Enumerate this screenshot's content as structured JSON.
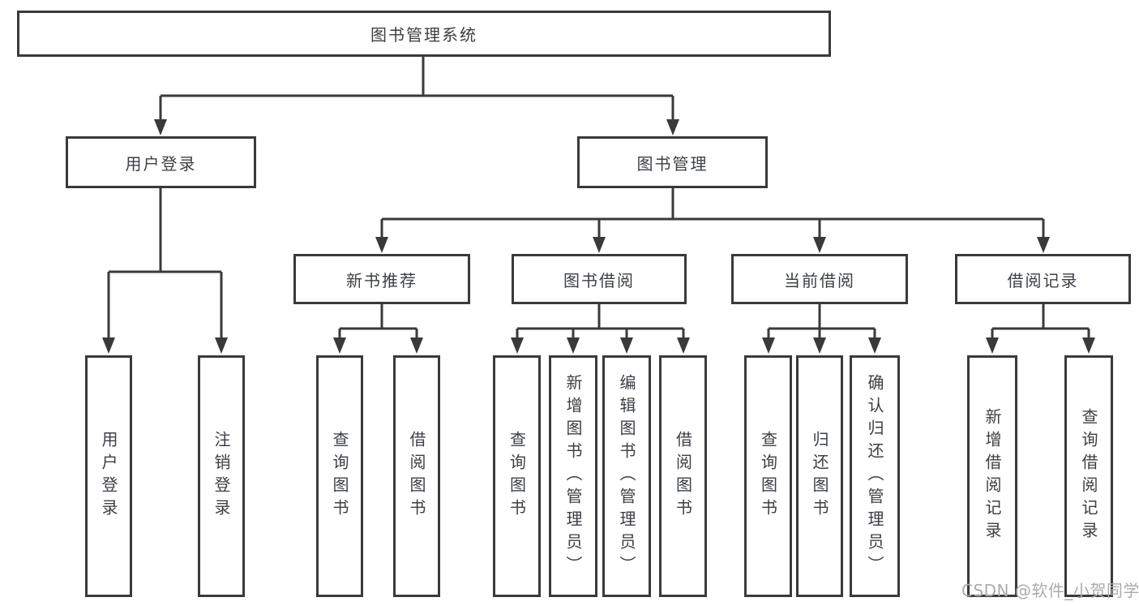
{
  "watermark": {
    "text": "CSDN @软件_小贺同学"
  },
  "colors": {
    "line": "#3a3a3a",
    "text": "#3b4046",
    "watermark": "#a8abaf",
    "background": "#ffffff"
  },
  "tree": {
    "label": "图书管理系统",
    "children": [
      {
        "label": "用户登录",
        "children": [
          {
            "label": "用户登录"
          },
          {
            "label": "注销登录"
          }
        ]
      },
      {
        "label": "图书管理",
        "children": [
          {
            "label": "新书推荐",
            "children": [
              {
                "label": "查询图书"
              },
              {
                "label": "借阅图书"
              }
            ]
          },
          {
            "label": "图书借阅",
            "children": [
              {
                "label": "查询图书"
              },
              {
                "label": "新增图书（管理员）"
              },
              {
                "label": "编辑图书（管理员）"
              },
              {
                "label": "借阅图书"
              }
            ]
          },
          {
            "label": "当前借阅",
            "children": [
              {
                "label": "查询图书"
              },
              {
                "label": "归还图书"
              },
              {
                "label": "确认归还（管理员）"
              }
            ]
          },
          {
            "label": "借阅记录",
            "children": [
              {
                "label": "新增借阅记录"
              },
              {
                "label": "查询借阅记录"
              }
            ]
          }
        ]
      }
    ]
  }
}
